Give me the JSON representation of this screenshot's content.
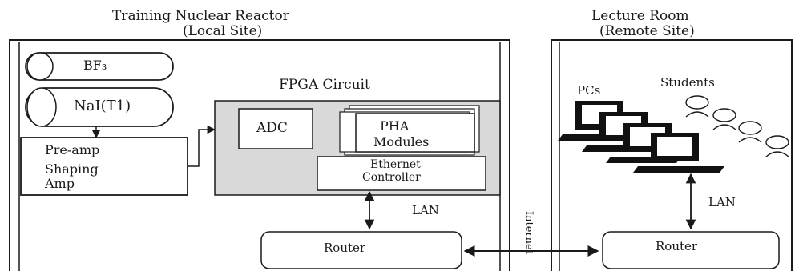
{
  "local_site": {
    "title_line1": "Training Nuclear Reactor",
    "title_line2": "(Local Site)",
    "detector_bf3": "BF₃",
    "detector_nai": "NaI(T1)",
    "preamp_line1": "Pre-amp",
    "preamp_line2": "Shaping",
    "preamp_line3": "Amp",
    "fpga_title": "FPGA Circuit",
    "adc_label": "ADC",
    "pha_line1": "PHA",
    "pha_line2": "Modules",
    "eth_line1": "Ethernet",
    "eth_line2": "Controller",
    "lan_label": "LAN",
    "router_label": "Router"
  },
  "link": {
    "internet_label": "Internet"
  },
  "remote_site": {
    "title_line1": "Lecture Room",
    "title_line2": "(Remote Site)",
    "pcs_label": "PCs",
    "students_label": "Students",
    "lan_label": "LAN",
    "router_label": "Router"
  },
  "colors": {
    "stroke": "#1a1a1a",
    "fpga_fill": "#d9d9d9",
    "box_fill": "#ffffff",
    "monitor_screen": "#ffffff"
  }
}
